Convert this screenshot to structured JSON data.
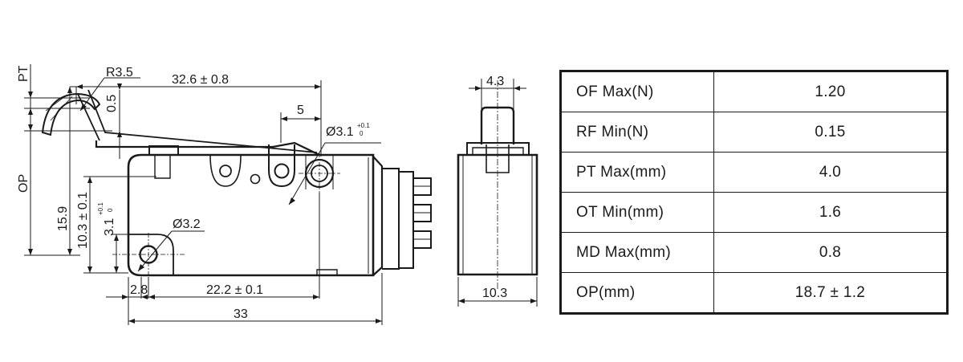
{
  "side_view": {
    "pt_label": "PT",
    "op_label": "OP",
    "radius_label": "R3.5",
    "lever_length": "32.6 ± 0.8",
    "lever_offset": "0.5",
    "roller_offset": "5",
    "hole_diameter": "Ø3.1",
    "hole_tol_plus": "+0.1",
    "hole_tol_zero": "0",
    "height_label": "15.9",
    "hole_height": "10.3 ± 0.1",
    "mount_height": "3.1",
    "mount_tol_plus": "+0.1",
    "mount_tol_zero": "0",
    "mount_hole_diameter": "Ø3.2",
    "hole_offset": "2.8",
    "hole_pitch": "22.2 ± 0.1",
    "body_length": "33"
  },
  "end_view": {
    "plunger_width": "4.3",
    "body_width": "10.3"
  },
  "spec_table": [
    {
      "param": "OF Max(N)",
      "value": "1.20"
    },
    {
      "param": "RF Min(N)",
      "value": "0.15"
    },
    {
      "param": "PT Max(mm)",
      "value": "4.0"
    },
    {
      "param": "OT Min(mm)",
      "value": "1.6"
    },
    {
      "param": "MD Max(mm)",
      "value": "0.8"
    },
    {
      "param": "OP(mm)",
      "value": "18.7 ± 1.2"
    }
  ]
}
